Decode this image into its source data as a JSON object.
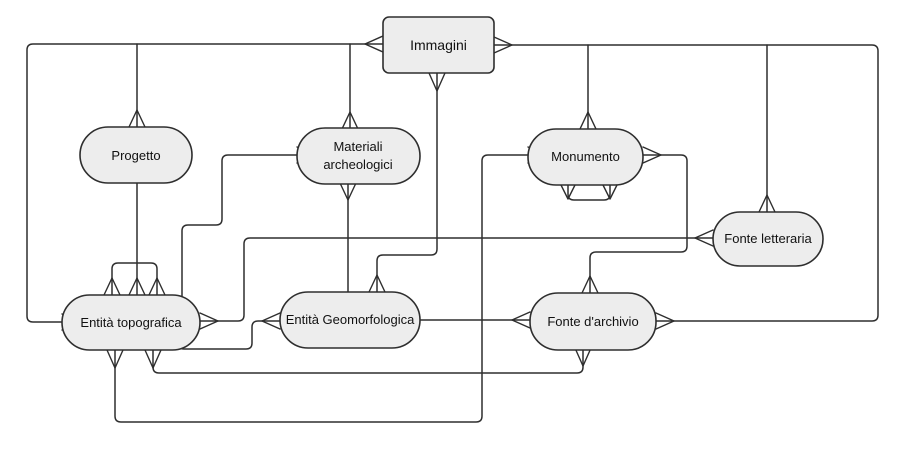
{
  "diagram": {
    "type": "entity-relationship",
    "notation": "crow-foot",
    "colors": {
      "background": "#ffffff",
      "node_fill": "#ededed",
      "node_border": "#2e2e2e",
      "line": "#2e2e2e",
      "text": "#111111"
    },
    "entities": [
      {
        "id": "immagini",
        "label": "Immagini",
        "shape": "rectangle"
      },
      {
        "id": "progetto",
        "label": "Progetto",
        "shape": "stadium"
      },
      {
        "id": "materiali",
        "label": "Materiali archeologici",
        "label_line1": "Materiali",
        "label_line2": "archeologici",
        "shape": "stadium"
      },
      {
        "id": "monumento",
        "label": "Monumento",
        "shape": "stadium"
      },
      {
        "id": "fonte_letteraria",
        "label": "Fonte letteraria",
        "shape": "stadium"
      },
      {
        "id": "entita_topografica",
        "label": "Entità topografica",
        "shape": "stadium"
      },
      {
        "id": "entita_geomorfologica",
        "label": "Entità Geomorfologica",
        "shape": "stadium"
      },
      {
        "id": "fonte_archivio",
        "label": "Fonte d'archivio",
        "shape": "stadium"
      }
    ],
    "relationships": [
      {
        "from": "Immagini",
        "to": "Entità topografica",
        "cardinality": "many-to-many"
      },
      {
        "from": "Immagini",
        "to": "Progetto",
        "cardinality": "many-to-many"
      },
      {
        "from": "Immagini",
        "to": "Materiali archeologici",
        "cardinality": "many-to-many"
      },
      {
        "from": "Immagini",
        "to": "Monumento",
        "cardinality": "many-to-many"
      },
      {
        "from": "Immagini",
        "to": "Fonte letteraria",
        "cardinality": "many-to-many"
      },
      {
        "from": "Immagini",
        "to": "Fonte d'archivio",
        "cardinality": "many-to-many"
      },
      {
        "from": "Immagini",
        "to": "Entità Geomorfologica",
        "cardinality": "many-to-many"
      },
      {
        "from": "Progetto",
        "to": "Entità topografica",
        "cardinality": "one-to-many"
      },
      {
        "from": "Materiali archeologici",
        "to": "Entità topografica",
        "cardinality": "many-to-one"
      },
      {
        "from": "Materiali archeologici",
        "to": "Entità Geomorfologica",
        "cardinality": "many-to-one"
      },
      {
        "from": "Monumento",
        "to": "Monumento",
        "cardinality": "self many-to-many"
      },
      {
        "from": "Monumento",
        "to": "Entità topografica",
        "cardinality": "many-to-many"
      },
      {
        "from": "Monumento",
        "to": "Fonte d'archivio",
        "cardinality": "many-to-many"
      },
      {
        "from": "Entità topografica",
        "to": "Entità topografica",
        "cardinality": "self many-to-many"
      },
      {
        "from": "Entità topografica",
        "to": "Fonte letteraria",
        "cardinality": "many-to-many"
      },
      {
        "from": "Entità topografica",
        "to": "Fonte d'archivio",
        "cardinality": "many-to-many"
      },
      {
        "from": "Entità Geomorfologica",
        "to": "Entità topografica",
        "cardinality": "many-to-one"
      },
      {
        "from": "Entità Geomorfologica",
        "to": "Fonte d'archivio",
        "cardinality": "one-to-many"
      }
    ]
  }
}
